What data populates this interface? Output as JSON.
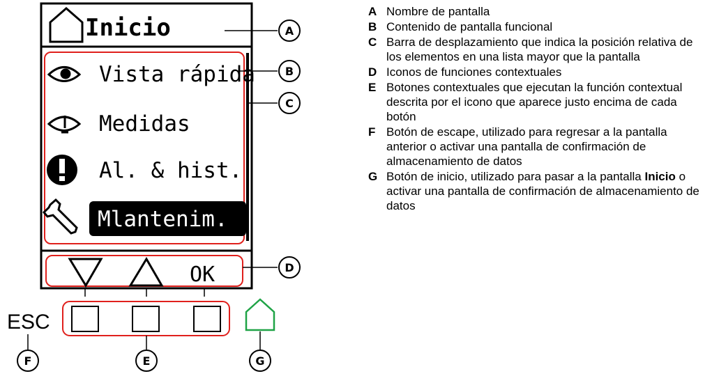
{
  "screen": {
    "title": "Inicio",
    "menu": [
      "Vista rápida",
      "Medidas",
      "Al. & hist.",
      "Mlantenim."
    ],
    "softkeys": {
      "down": "▽",
      "up": "△",
      "ok": "OK"
    }
  },
  "labels": {
    "esc": "ESC"
  },
  "callouts": [
    "A",
    "B",
    "C",
    "D",
    "E",
    "F",
    "G"
  ],
  "legend": [
    {
      "letter": "A",
      "text": "Nombre de pantalla"
    },
    {
      "letter": "B",
      "text": "Contenido de pantalla funcional"
    },
    {
      "letter": "C",
      "text": "Barra de desplazamiento que indica la posición relativa de los elementos en una lista mayor que la pantalla"
    },
    {
      "letter": "D",
      "text": "Iconos de funciones contextuales"
    },
    {
      "letter": "E",
      "text": "Botones contextuales que ejecutan la función contextual descrita por el icono que aparece justo encima de cada botón"
    },
    {
      "letter": "F",
      "text": "Botón de escape, utilizado para regresar a la pantalla anterior o activar una pantalla de confirmación de almacenamiento de datos"
    },
    {
      "letter": "G",
      "text_pre": "Botón de inicio, utilizado para pasar a la pantalla ",
      "text_hl": "Inicio",
      "text_post": " o activar una pantalla de confirmación de almacenamiento de datos"
    }
  ],
  "colors": {
    "highlight": "#e0201c",
    "home": "#1fa346",
    "selected_bg": "#000000"
  }
}
